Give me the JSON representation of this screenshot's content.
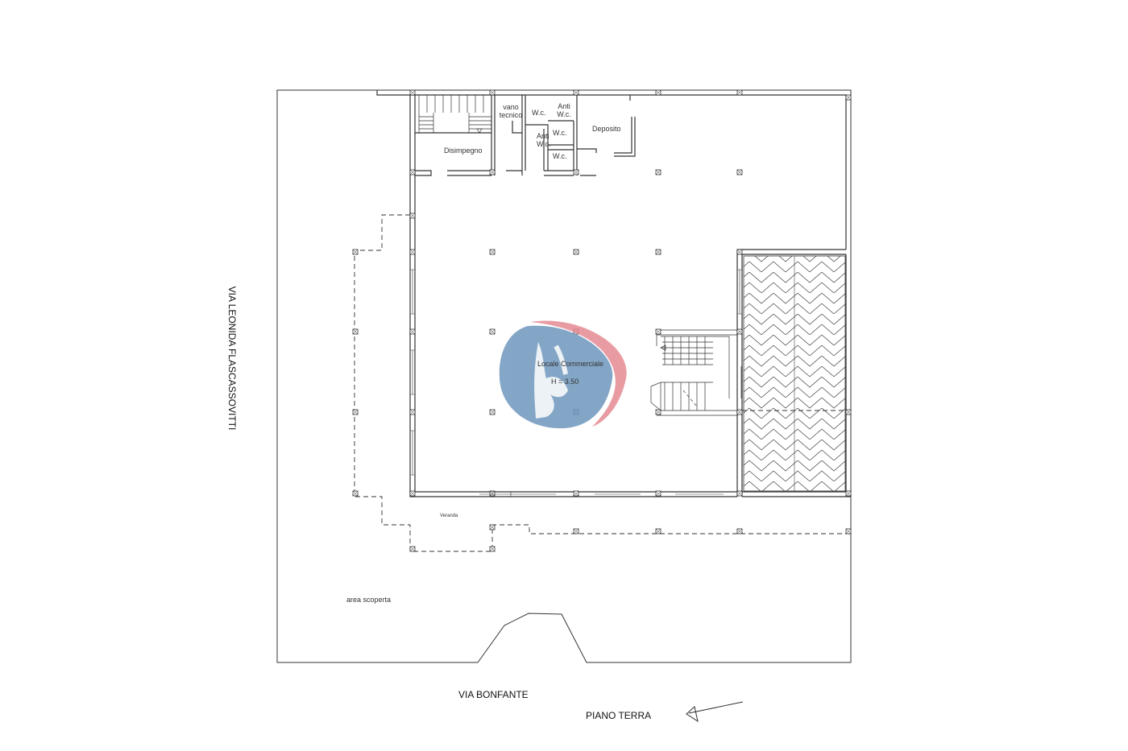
{
  "labels": {
    "vano_tecnico_line1": "vano",
    "vano_tecnico_line2": "tecnico",
    "wc_top": "W.c.",
    "anti_wc_line1": "Anti",
    "anti_wc_line2": "W.c.",
    "wc_mid": "W.c.",
    "anti_left_line1": "Anti",
    "anti_left_line2": "W.c.",
    "wc_bottom": "W.c.",
    "deposito": "Deposito",
    "disimpegno": "Disimpegno",
    "locale_commerciale": "Locale Commerciale",
    "height": "H = 3.50",
    "veranda": "Veranda",
    "area_scoperta": "area scoperta",
    "street_bottom": "VIA BONFANTE",
    "street_left": "VIA LEONIDA FLASCASSOVITTI",
    "floor": "PIANO TERRA"
  },
  "colors": {
    "line": "#333333",
    "watermark_blue": "#6f97bd",
    "watermark_red": "#e58a92"
  },
  "watermark": "agency-logo-icon"
}
